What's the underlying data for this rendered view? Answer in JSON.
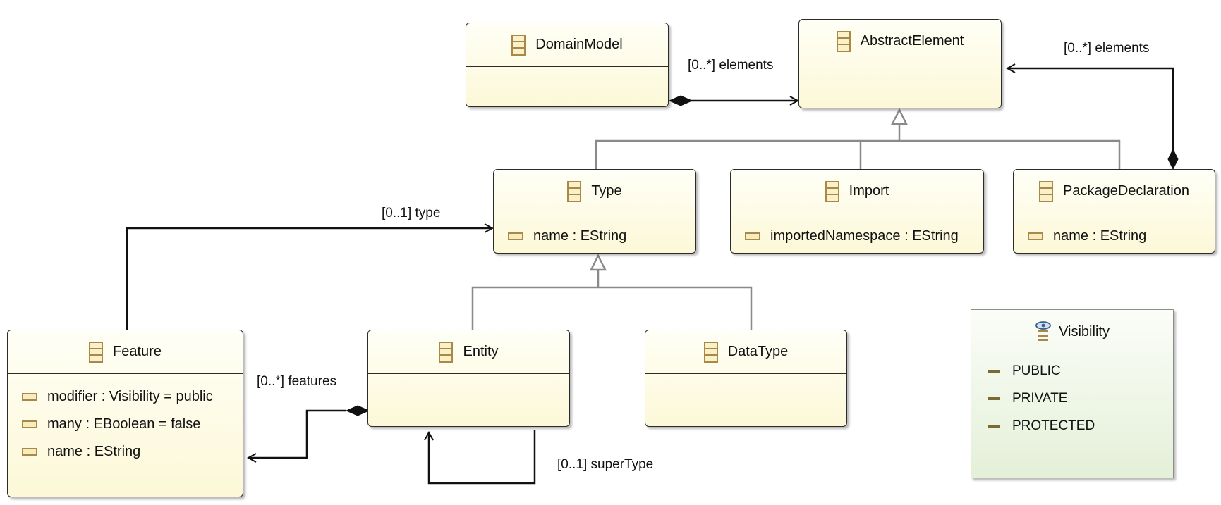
{
  "classes": {
    "domain_model": {
      "name": "DomainModel"
    },
    "abstract_element": {
      "name": "AbstractElement"
    },
    "type": {
      "name": "Type",
      "attributes": [
        "name : EString"
      ]
    },
    "import": {
      "name": "Import",
      "attributes": [
        "importedNamespace : EString"
      ]
    },
    "package_declaration": {
      "name": "PackageDeclaration",
      "attributes": [
        "name : EString"
      ]
    },
    "feature": {
      "name": "Feature",
      "attributes": [
        "modifier : Visibility = public",
        "many : EBoolean = false",
        "name : EString"
      ]
    },
    "entity": {
      "name": "Entity"
    },
    "data_type": {
      "name": "DataType"
    }
  },
  "enums": {
    "visibility": {
      "name": "Visibility",
      "literals": [
        "PUBLIC",
        "PRIVATE",
        "PROTECTED"
      ]
    }
  },
  "relations": {
    "domain_elements": "[0..*] elements",
    "package_elements": "[0..*] elements",
    "feature_type": "[0..1] type",
    "entity_features": "[0..*] features",
    "entity_super_type": "[0..1] superType"
  },
  "colors": {
    "class_fill": "#fcf8d8",
    "enum_fill": "#e4f0d8",
    "generalization_line": "#8a8a8a",
    "association_line": "#111111",
    "icon": "#a8894a"
  }
}
